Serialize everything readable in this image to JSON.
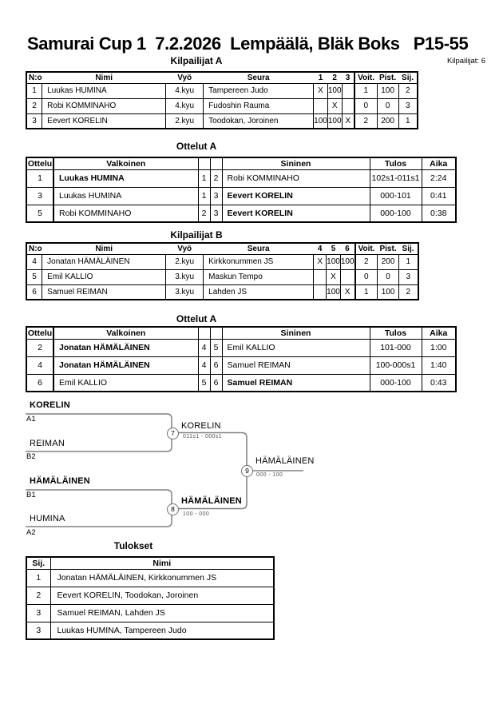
{
  "header": {
    "title": "Samurai Cup 1  7.2.2026  Lempäälä, Bläk Boks   P15-55",
    "competitors_label": "Kilpailijat: 6"
  },
  "sections": {
    "pool_a": "Kilpailijat A",
    "matches_a": "Ottelut A",
    "pool_b": "Kilpailijat B",
    "matches_b": "Ottelut A",
    "results": "Tulokset"
  },
  "pool_a": {
    "headers": [
      "N:o",
      "Nimi",
      "Vyö",
      "Seura",
      "1",
      "2",
      "3",
      "Voit.",
      "Pist.",
      "Sij."
    ],
    "rows": [
      {
        "no": "1",
        "name": "Luukas HUMINA",
        "belt": "4.kyu",
        "club": "Tampereen Judo",
        "c1": "X",
        "c2": "100",
        "c3": "",
        "wins": "1",
        "points": "100",
        "place": "2"
      },
      {
        "no": "2",
        "name": "Robi KOMMINAHO",
        "belt": "4.kyu",
        "club": "Fudoshin Rauma",
        "c1": "",
        "c2": "X",
        "c3": "",
        "wins": "0",
        "points": "0",
        "place": "3"
      },
      {
        "no": "3",
        "name": "Eevert KORELIN",
        "belt": "2.kyu",
        "club": "Toodokan, Joroinen",
        "c1": "100",
        "c2": "100",
        "c3": "X",
        "wins": "2",
        "points": "200",
        "place": "1"
      }
    ]
  },
  "matches_a": {
    "headers": [
      "Ottelu",
      "Valkoinen",
      "Sininen",
      "Tulos",
      "Aika"
    ],
    "rows": [
      {
        "no": "1",
        "white": "Luukas HUMINA",
        "wn": "1",
        "bn": "2",
        "blue": "Robi KOMMINAHO",
        "result": "102s1-011s1",
        "time": "2:24"
      },
      {
        "no": "3",
        "white": "Luukas HUMINA",
        "wn": "1",
        "bn": "3",
        "blue": "Eevert KORELIN",
        "result": "000-101",
        "time": "0:41"
      },
      {
        "no": "5",
        "white": "Robi KOMMINAHO",
        "wn": "2",
        "bn": "3",
        "blue": "Eevert KORELIN",
        "result": "000-100",
        "time": "0:38"
      }
    ]
  },
  "pool_b": {
    "headers": [
      "N:o",
      "Nimi",
      "Vyö",
      "Seura",
      "4",
      "5",
      "6",
      "Voit.",
      "Pist.",
      "Sij."
    ],
    "rows": [
      {
        "no": "4",
        "name": "Jonatan HÄMÄLÄINEN",
        "belt": "2.kyu",
        "club": "Kirkkonummen JS",
        "c1": "X",
        "c2": "100",
        "c3": "100",
        "wins": "2",
        "points": "200",
        "place": "1"
      },
      {
        "no": "5",
        "name": "Emil KALLIO",
        "belt": "3.kyu",
        "club": "Maskun Tempo",
        "c1": "",
        "c2": "X",
        "c3": "",
        "wins": "0",
        "points": "0",
        "place": "3"
      },
      {
        "no": "6",
        "name": "Samuel REIMAN",
        "belt": "3.kyu",
        "club": "Lahden JS",
        "c1": "",
        "c2": "100",
        "c3": "X",
        "wins": "1",
        "points": "100",
        "place": "2"
      }
    ]
  },
  "matches_b": {
    "headers": [
      "Ottelu",
      "Valkoinen",
      "Sininen",
      "Tulos",
      "Aika"
    ],
    "rows": [
      {
        "no": "2",
        "white": "Jonatan HÄMÄLÄINEN",
        "wn": "4",
        "bn": "5",
        "blue": "Emil KALLIO",
        "result": "101-000",
        "time": "1:00"
      },
      {
        "no": "4",
        "white": "Jonatan HÄMÄLÄINEN",
        "wn": "4",
        "bn": "6",
        "blue": "Samuel REIMAN",
        "result": "100-000s1",
        "time": "1:40"
      },
      {
        "no": "6",
        "white": "Emil KALLIO",
        "wn": "5",
        "bn": "6",
        "blue": "Samuel REIMAN",
        "result": "000-100",
        "time": "0:43"
      }
    ]
  },
  "bracket": {
    "sf1": {
      "top_name": "KORELIN",
      "top_seed": "A1",
      "bottom_name": "REIMAN",
      "bottom_seed": "B2",
      "match_no": "7",
      "winner": "KORELIN",
      "score": "011s1 - 000s1"
    },
    "sf2": {
      "top_name": "HÄMÄLÄINEN",
      "top_seed": "B1",
      "bottom_name": "HUMINA",
      "bottom_seed": "A2",
      "match_no": "8",
      "winner": "HÄMÄLÄINEN",
      "score": "100 - 000"
    },
    "final": {
      "match_no": "9",
      "winner": "HÄMÄLÄINEN",
      "score": "000 - 100"
    }
  },
  "results": {
    "headers": [
      "Sij.",
      "Nimi"
    ],
    "rows": [
      {
        "place": "1",
        "name": "Jonatan HÄMÄLÄINEN, Kirkkonummen JS"
      },
      {
        "place": "2",
        "name": "Eevert KORELIN, Toodokan, Joroinen"
      },
      {
        "place": "3",
        "name": "Samuel REIMAN, Lahden JS"
      },
      {
        "place": "3",
        "name": "Luukas HUMINA, Tampereen Judo"
      }
    ]
  },
  "colors": {
    "bracket_line": "#808080",
    "score_text": "#555555"
  }
}
